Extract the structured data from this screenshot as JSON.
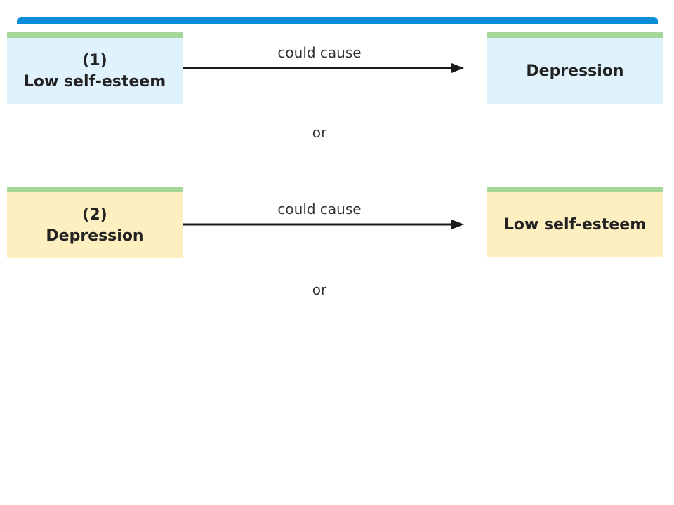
{
  "colors": {
    "top_bar": "#0a8ed8",
    "box_border": "#a6d69a",
    "row1_fill": "#e0f2fc",
    "row2_fill": "#fdefbf",
    "arrow": "#1a1a1a"
  },
  "rows": [
    {
      "number": "(1)",
      "cause": "Low self-esteem",
      "relation": "could cause",
      "effect": "Depression"
    },
    {
      "number": "(2)",
      "cause": "Depression",
      "relation": "could cause",
      "effect": "Low self-esteem"
    }
  ],
  "separators": [
    "or",
    "or"
  ]
}
